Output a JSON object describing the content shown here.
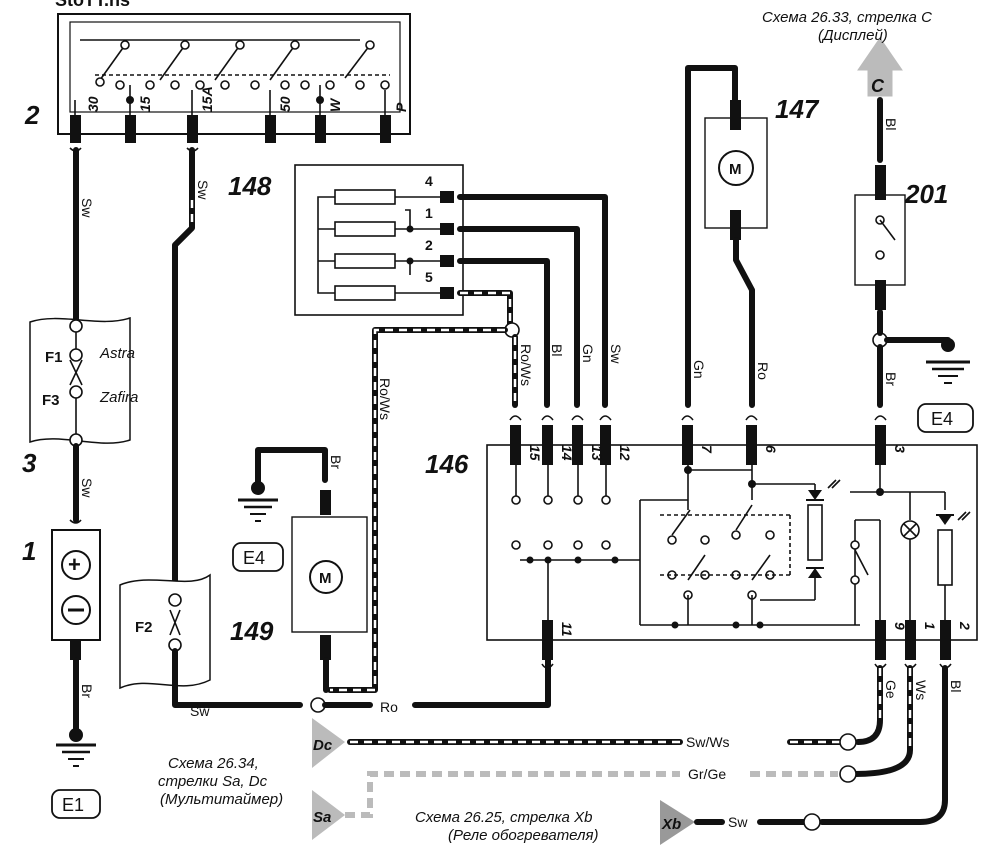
{
  "ignition_switch": {
    "number": "2",
    "title_partial": "StoTT.ns",
    "terminals": [
      "30",
      "15",
      "15A",
      "50",
      "W",
      "P"
    ]
  },
  "components": {
    "battery": "1",
    "fuse_box": "3",
    "interval_relay": "146",
    "wiper_motor_front": "147",
    "wiper_motor_rear": "149",
    "resistor_block": "148",
    "switch_201": "201"
  },
  "fuses": {
    "f1": "F1",
    "f1_model": "Astra",
    "f3": "F3",
    "f3_model": "Zafira",
    "f2": "F2"
  },
  "grounds": {
    "e1": "E1",
    "e4_left": "E4",
    "e4_right": "E4"
  },
  "motor_label": "M",
  "resistor_pins": [
    "4",
    "1",
    "2",
    "5"
  ],
  "relay_pins_top": [
    "15",
    "14",
    "13",
    "12",
    "7",
    "6",
    "3"
  ],
  "relay_pins_bottom": [
    "11",
    "9",
    "1",
    "2"
  ],
  "wire_labels": {
    "sw": "Sw",
    "br": "Br",
    "bl": "Bl",
    "gn": "Gn",
    "ro": "Ro",
    "ro_ws": "Ro/Ws",
    "ge": "Ge",
    "ws": "Ws",
    "sw_ws": "Sw/Ws",
    "gr_ge": "Gr/Ge"
  },
  "arrows": {
    "c": "C",
    "dc": "Dc",
    "sa": "Sa",
    "xb": "Xb"
  },
  "notes": {
    "top_right_line1": "Схема 26.33, стрелка C",
    "top_right_line2": "(Дисплей)",
    "left_line1": "Схема 26.34,",
    "left_line2": "стрелки Sa, Dc",
    "left_line3": "(Мультитаймер)",
    "bottom_line1": "Схема 26.25, стрелка Xb",
    "bottom_line2": "(Реле обогревателя)"
  }
}
